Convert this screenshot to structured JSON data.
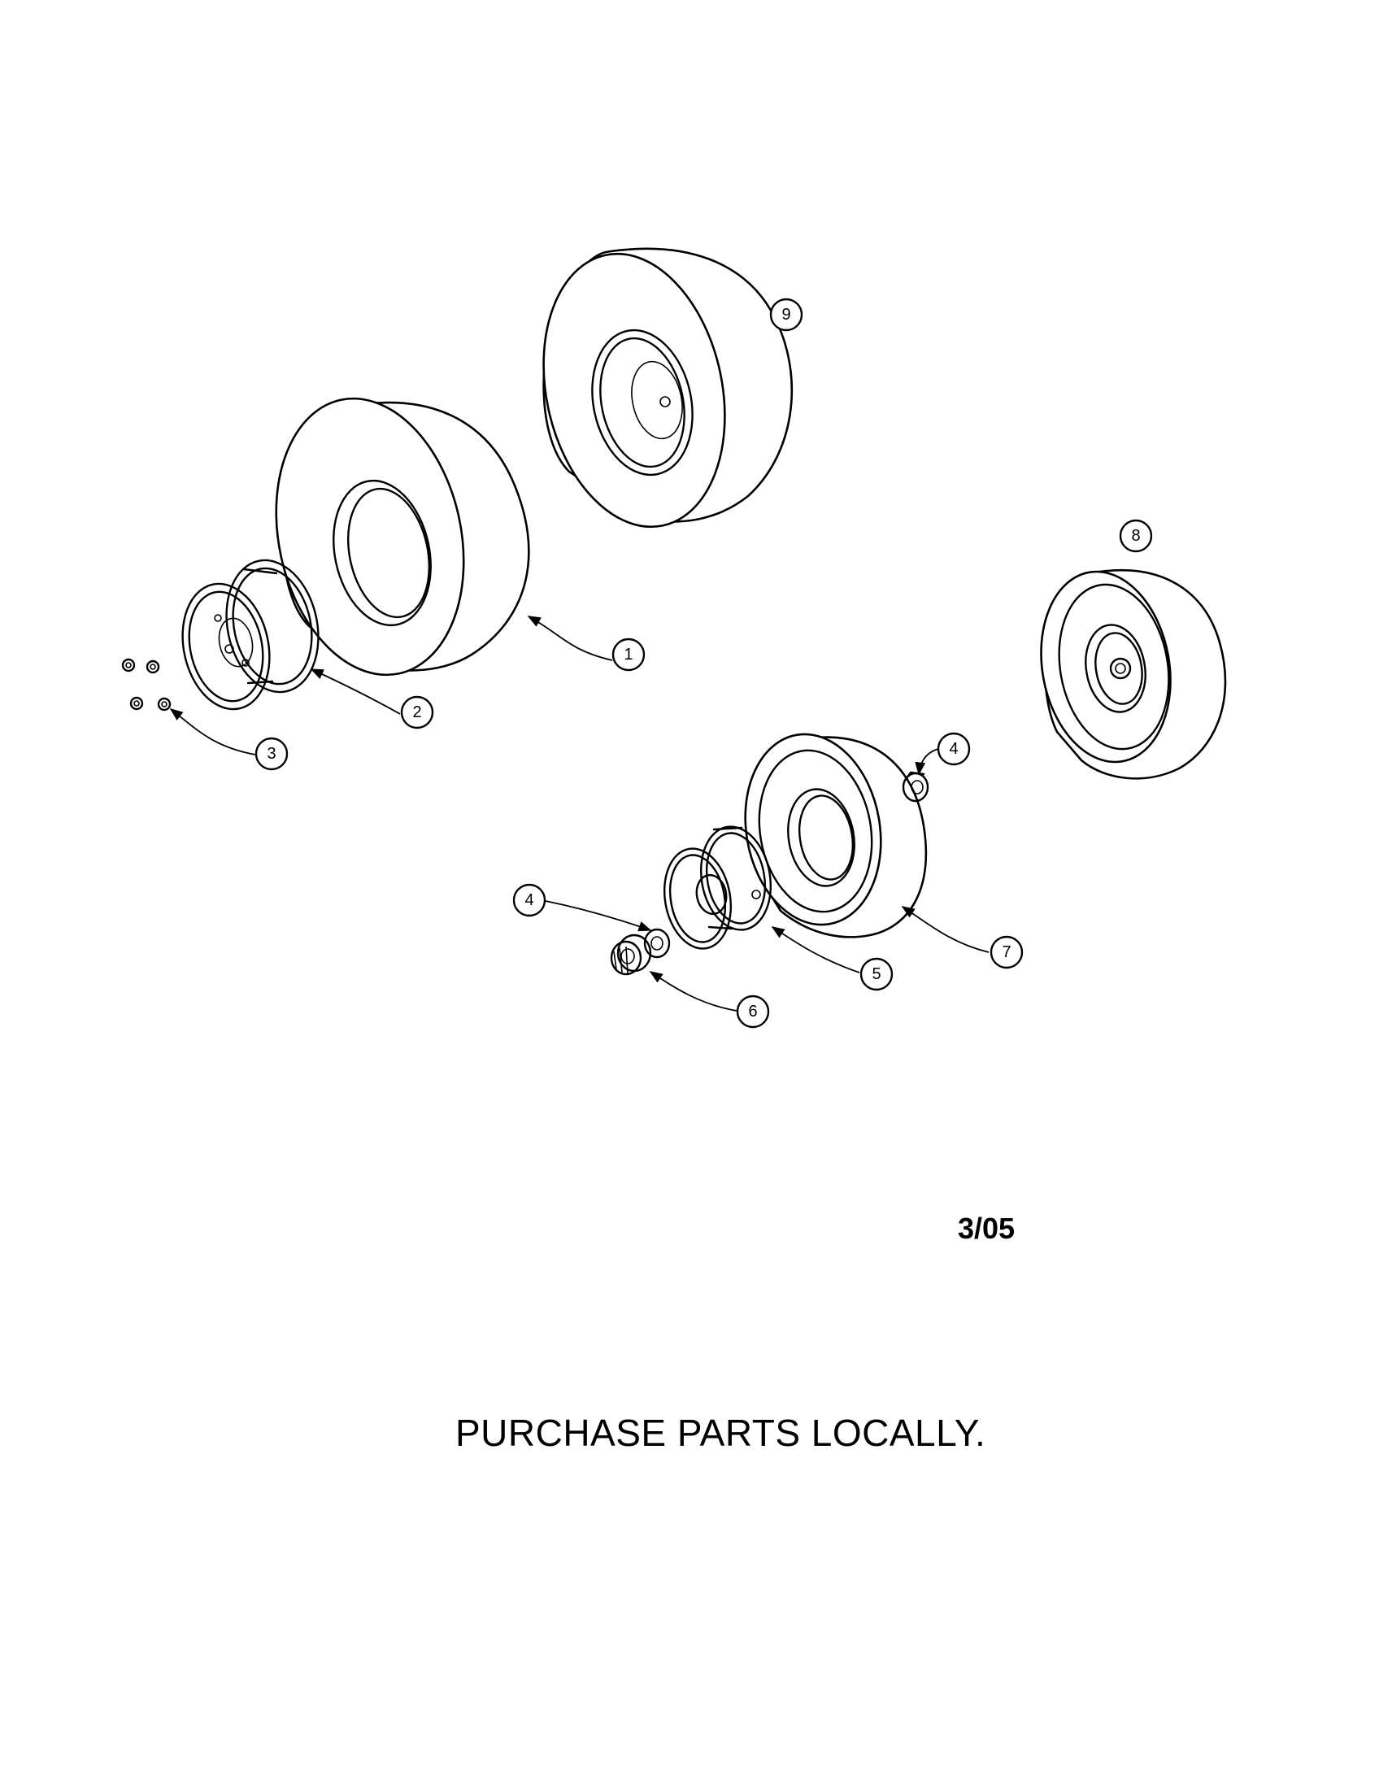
{
  "callouts": [
    {
      "id": "c1",
      "label": "1"
    },
    {
      "id": "c2",
      "label": "2"
    },
    {
      "id": "c3",
      "label": "3"
    },
    {
      "id": "c4a",
      "label": "4"
    },
    {
      "id": "c4b",
      "label": "4"
    },
    {
      "id": "c5",
      "label": "5"
    },
    {
      "id": "c6",
      "label": "6"
    },
    {
      "id": "c7",
      "label": "7"
    },
    {
      "id": "c8",
      "label": "8"
    },
    {
      "id": "c9",
      "label": "9"
    }
  ],
  "date_code": "3/05",
  "footer_note": "PURCHASE PARTS LOCALLY."
}
